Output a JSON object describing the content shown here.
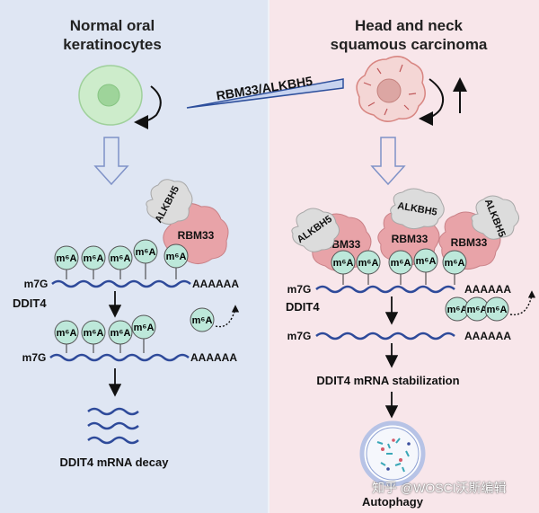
{
  "left_panel": {
    "title_line1": "Normal oral",
    "title_line2": "keratinocytes",
    "mark_label": "m⁶A",
    "cap_label": "m7G",
    "tail_label": "AAAAAA",
    "gene_label": "DDIT4",
    "eraser_label": "ALKBH5",
    "reader_label": "RBM33",
    "outcome_label": "DDIT4 mRNA decay"
  },
  "right_panel": {
    "title_line1": "Head and neck",
    "title_line2": "squamous carcinoma",
    "mark_label": "m⁶A",
    "cap_label": "m7G",
    "tail_label": "AAAAAA",
    "gene_label": "DDIT4",
    "eraser_label": "ALKBH5",
    "reader_label": "RBM33",
    "outcome_label": "DDIT4 mRNA stabilization",
    "final_label": "Autophagy"
  },
  "wedge_label": "RBM33/ALKBH5",
  "watermark": "知乎 @WOSCI沃斯编辑",
  "colors": {
    "left_bg": "#dfe6f3",
    "right_bg": "#f8e6ea",
    "m6a_fill": "#bde8da",
    "rbm33_fill": "#e8a3a8",
    "alkbh5_fill": "#dcdcdc",
    "rna_line": "#2e4a9a"
  }
}
